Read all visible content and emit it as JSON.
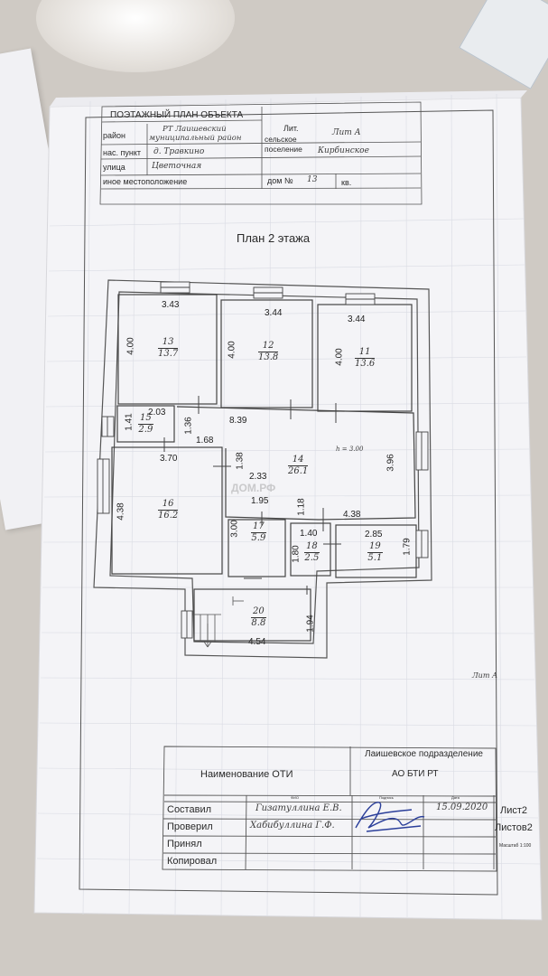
{
  "header": {
    "title": "ПОЭТАЖНЫЙ ПЛАН ОБЪЕКТА",
    "lit_label": "Лит.",
    "lit_value": "Лит А",
    "rayon_label": "район",
    "rayon_value_1": "РТ Лаишевский",
    "rayon_value_2": "муниципальный район",
    "poselenie_label_1": "сельское",
    "poselenie_label_2": "поселение",
    "poselenie_value": "Кирбинское",
    "punkt_label": "нас. пункт",
    "punkt_value": "д. Травкино",
    "ulica_label": "улица",
    "ulica_value": "Цветочная",
    "inoe_label": "иное местоположение",
    "dom_label": "дом №",
    "dom_value": "13",
    "kv_label": "кв."
  },
  "plan": {
    "title": "План 2 этажа",
    "height_note": "h = 3.00",
    "lit_note": "Лит А",
    "watermark": "ДОМ.РФ",
    "dims": {
      "d343": "3.43",
      "d344a": "3.44",
      "d344b": "3.44",
      "d400a": "4.00",
      "d400b": "4.00",
      "d400c": "4.00",
      "d203": "2.03",
      "d141": "1.41",
      "d136": "1.36",
      "d839": "8.39",
      "d168": "1.68",
      "d370": "3.70",
      "d138": "1.38",
      "d233": "2.33",
      "d396": "3.96",
      "d195": "1.95",
      "d438a": "4.38",
      "d438b": "4.38",
      "d118": "1.18",
      "d300": "3.00",
      "d140": "1.40",
      "d285": "2.85",
      "d180": "1.80",
      "d179": "1.79",
      "d194": "1.94",
      "d454": "4.54"
    },
    "rooms": [
      {
        "num": "13",
        "area": "13.7"
      },
      {
        "num": "12",
        "area": "13.8"
      },
      {
        "num": "11",
        "area": "13.6"
      },
      {
        "num": "15",
        "area": "2.9"
      },
      {
        "num": "14",
        "area": "26.1"
      },
      {
        "num": "16",
        "area": "16.2"
      },
      {
        "num": "17",
        "area": "5.9"
      },
      {
        "num": "18",
        "area": "2.5"
      },
      {
        "num": "19",
        "area": "5.1"
      },
      {
        "num": "20",
        "area": "8.8"
      }
    ]
  },
  "stamp": {
    "org_1": "Лаишевское подразделение",
    "org_2": "АО БТИ РТ",
    "naim": "Наименование ОТИ",
    "col_fio": "ФИО",
    "col_podpis": "Подпись",
    "col_data": "Дата",
    "sostavil": "Составил",
    "sostavil_name": "Гизатуллина Е.В.",
    "sostavil_date": "15.09.2020",
    "proveril": "Проверил",
    "proveril_name": "Хабибуллина Г.Ф.",
    "prinyal": "Принял",
    "kopiroval": "Копировал",
    "list": "Лист2",
    "listov": "Листов2",
    "masshtab": "Масштаб 1:100"
  }
}
